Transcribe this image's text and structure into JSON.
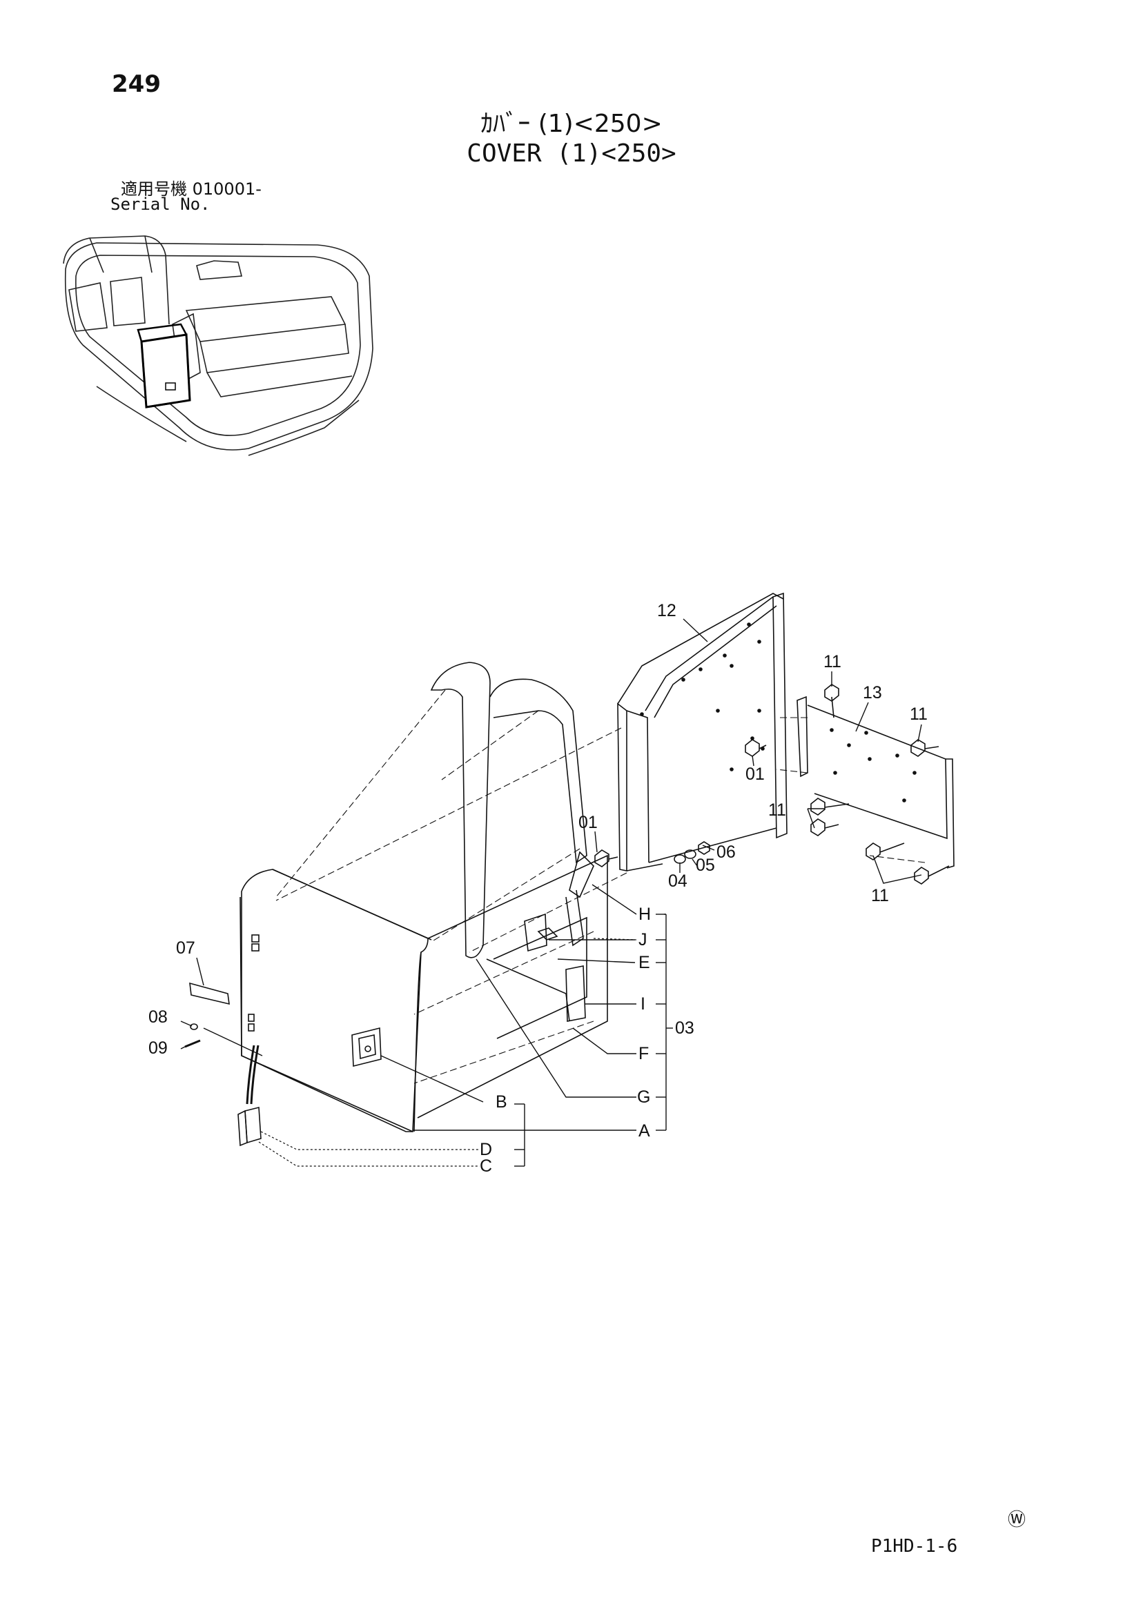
{
  "header": {
    "page_number": "249",
    "title_jp": "ｶﾊﾞｰ (1)<250>",
    "title_en": "COVER (1)<250>",
    "serial_jp": "適用号機  010001-",
    "serial_en": "Serial No."
  },
  "callouts": {
    "c12": "12",
    "c11a": "11",
    "c13": "13",
    "c11b": "11",
    "c01a": "01",
    "c01b": "01",
    "c06": "06",
    "c05": "05",
    "c04": "04",
    "c11c": "11",
    "c11d": "11",
    "cH": "H",
    "cJ": "J",
    "cE": "E",
    "cI": "I",
    "c03": "03",
    "cF": "F",
    "cG": "G",
    "cB": "B",
    "cA": "A",
    "cD": "D",
    "cC": "C",
    "c07": "07",
    "c08": "08",
    "c09": "09"
  },
  "footer": {
    "mark": "Ⓦ",
    "code": "P1HD-1-6"
  }
}
